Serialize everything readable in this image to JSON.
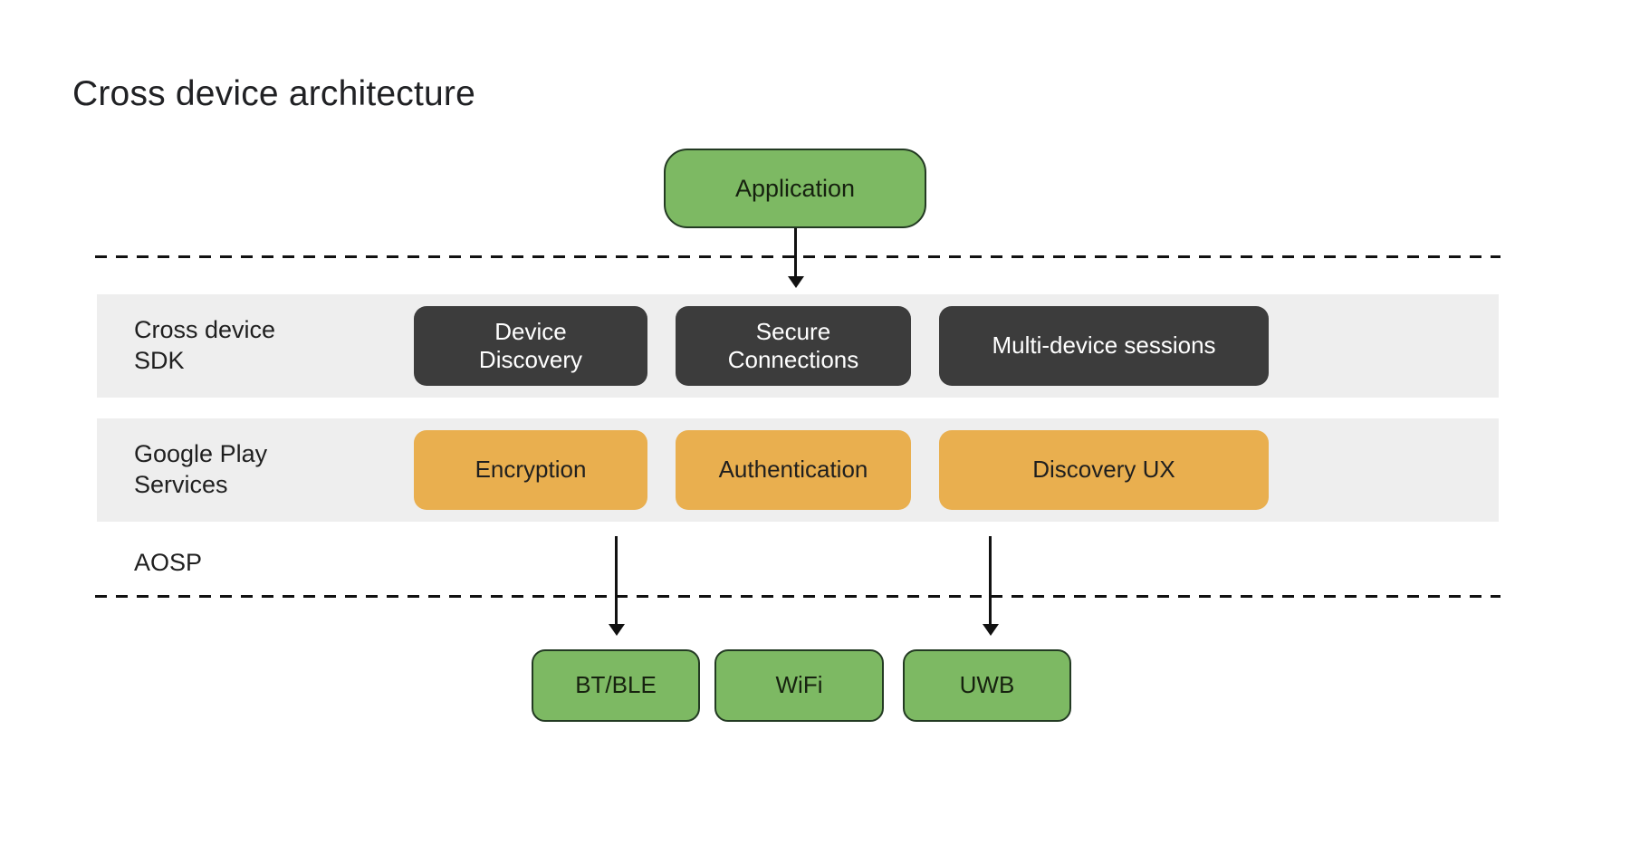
{
  "title": "Cross device architecture",
  "application": {
    "label": "Application"
  },
  "layers": {
    "sdk": {
      "label": "Cross device\nSDK",
      "boxes": [
        "Device\nDiscovery",
        "Secure\nConnections",
        "Multi-device sessions"
      ]
    },
    "gms": {
      "label": "Google Play\nServices",
      "boxes": [
        "Encryption",
        "Authentication",
        "Discovery UX"
      ]
    },
    "aosp": {
      "label": "AOSP"
    }
  },
  "transports": [
    "BT/BLE",
    "WiFi",
    "UWB"
  ],
  "colors": {
    "green_node": "#7DB963",
    "green_border": "#233A23",
    "dark_node": "#3C3C3C",
    "orange_node": "#E9AF4F",
    "layer_band": "#EEEEEE",
    "divider": "#111111",
    "text_dark": "#1F1F1F",
    "text_light": "#FFFFFF",
    "background": "#FFFFFF"
  }
}
